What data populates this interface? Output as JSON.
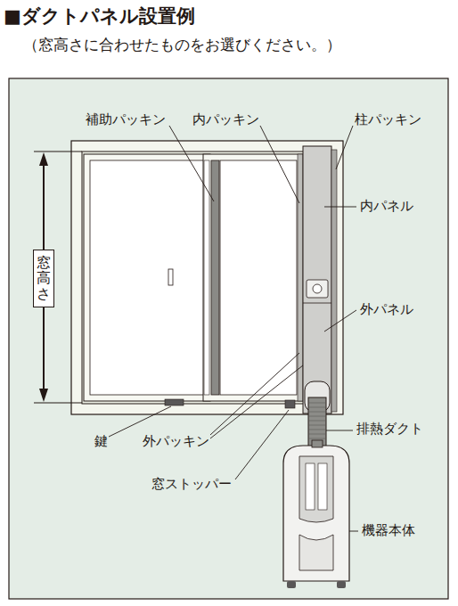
{
  "diagram": {
    "title": "■ダクトパネル設置例",
    "nodes": [
      {
        "text": [
          "窓高さ"
        ]
      }
    ],
    "labels": [
      "（窓高さに合わせたものをお選びください。）",
      "補助パッキン",
      "内パッキン",
      "柱パッキン",
      "内パネル",
      "外パネル",
      "排熱ダクト",
      "鍵",
      "外パッキン",
      "窓ストッパー",
      "機器本体"
    ]
  }
}
